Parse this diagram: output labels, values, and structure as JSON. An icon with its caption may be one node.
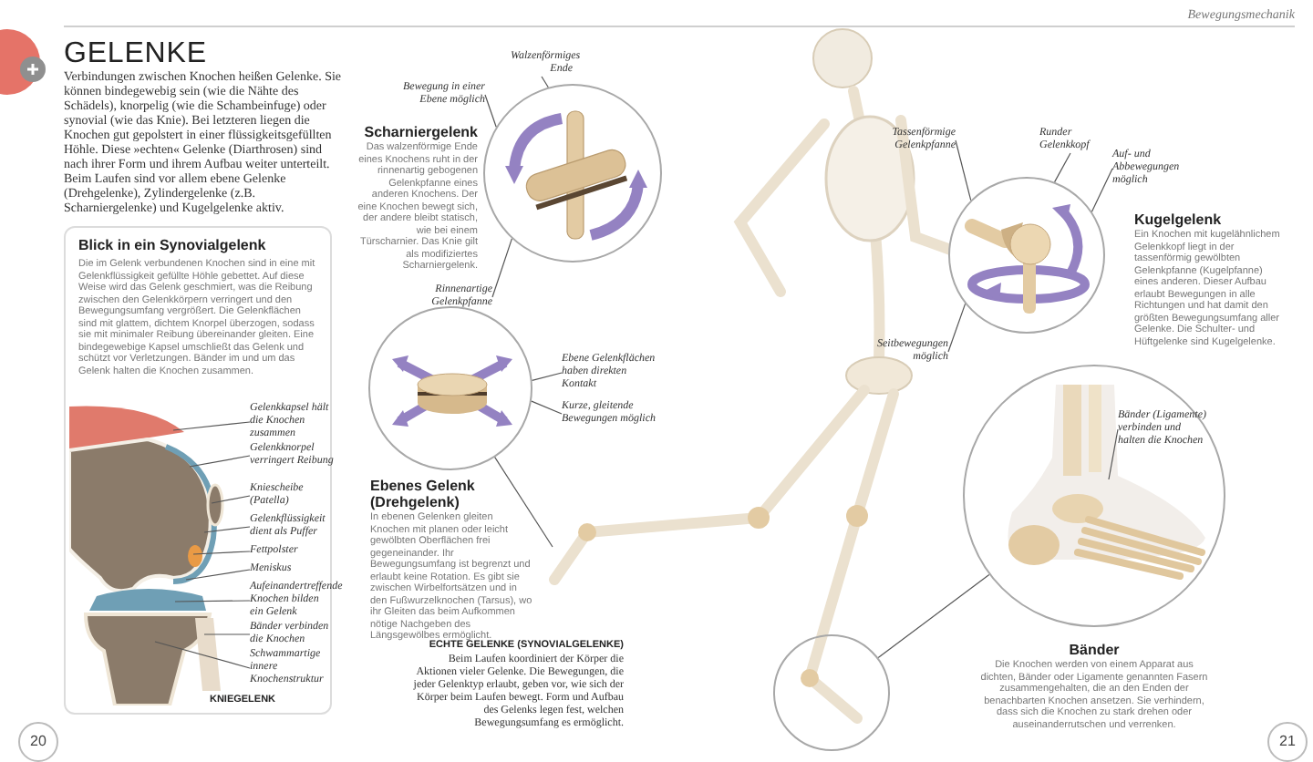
{
  "diagram": {
    "title": "GELENKE",
    "nodes": [
      {
        "text": [
          "Blick in ein Synovialgelenk",
          "Die im Gelenk verbundenen Knochen sind in eine mit Gelenkflüssigkeit gefüllte Höhle gebettet. Auf diese Weise wird das Gelenk geschmiert, was die Reibung zwischen den Gelenkkörpern verringert und den Bewegungsumfang vergrößert. Die Gelenkflächen sind mit glattem, dichtem Knorpel überzogen, sodass sie mit minimaler Reibung übereinander gleiten. Eine bindegewebige Kapsel umschließt das Gelenk und schützt vor Verletzungen. Bänder im und um das Gelenk halten die Knochen zusammen."
        ]
      },
      {
        "text": [
          "Gelenkkapsel hält die Knochen zusammen"
        ],
        "in": 0
      },
      {
        "text": [
          "Gelenkknorpel verringert Reibung"
        ],
        "in": 0
      },
      {
        "text": [
          "Kniescheibe (Patella)"
        ],
        "in": 0
      },
      {
        "text": [
          "Gelenkflüssigkeit dient als Puffer"
        ],
        "in": 0
      },
      {
        "text": [
          "Fettpolster"
        ],
        "in": 0
      },
      {
        "text": [
          "Meniskus"
        ],
        "in": 0
      },
      {
        "text": [
          "Aufeinandertreffende Knochen bilden ein Gelenk"
        ],
        "in": 0
      },
      {
        "text": [
          "Bänder verbinden die Knochen"
        ],
        "in": 0
      },
      {
        "text": [
          "Schwammartige innere Knochenstruktur"
        ],
        "in": 0
      },
      {
        "text": [],
        "shape": "circle",
        "beside": [
          "Scharniergelenk",
          "Das walzenförmige Ende eines Knochens ruht in der rinnenartig gebogenen Gelenkpfanne eines anderen Knochens. Der eine Knochen bewegt sich, der andere bleibt statisch, wie bei einem Türscharnier. Das Knie gilt als modifiziertes Scharniergelenk."
        ]
      },
      {
        "text": [
          "Walzenförmiges Ende"
        ]
      },
      {
        "text": [
          "Bewegung in einer Ebene möglich"
        ]
      },
      {
        "text": [
          "Rinnenartige Gelenkpfanne"
        ]
      },
      {
        "text": [],
        "shape": "circle",
        "beside": [
          "Ebenes Gelenk (Drehgelenk)",
          "In ebenen Gelenken gleiten Knochen mit planen oder leicht gewölbten Oberflächen frei gegeneinander. Ihr Bewegungsumfang ist begrenzt und erlaubt keine Rotation. Es gibt sie zwischen Wirbelfortsätzen und in den Fußwurzelknochen (Tarsus), wo ihr Gleiten das beim Aufkommen nötige Nachgeben des Längsgewölbes ermöglicht."
        ]
      },
      {
        "text": [
          "Ebene Gelenkflächen haben direkten Kontakt"
        ]
      },
      {
        "text": [
          "Kurze, gleitende Bewegungen möglich"
        ]
      },
      {
        "text": [],
        "shape": "circle",
        "beside": [
          "Kugelgelenk",
          "Ein Knochen mit kugelähnlichem Gelenkkopf liegt in der tassenförmig gewölbten Gelenkpfanne (Kugelpfanne) eines anderen. Dieser Aufbau erlaubt Bewegungen in alle Richtungen und hat damit den größten Bewegungsumfang aller Gelenke. Die Schulter- und Hüftgelenke sind Kugelgelenke."
        ]
      },
      {
        "text": [
          "Tassenförmige Gelenkpfanne"
        ]
      },
      {
        "text": [
          "Runder Gelenkkopf"
        ]
      },
      {
        "text": [
          "Auf- und Abbewegungen möglich"
        ]
      },
      {
        "text": [
          "Seitbewegungen möglich"
        ]
      },
      {
        "text": [],
        "shape": "circle",
        "beside": [
          "Bänder",
          "Die Knochen werden von einem Apparat aus dichten, Bänder oder Ligamente genannten Fasern zusammengehalten, die an den Enden der benachbarten Knochen ansetzen. Sie verhindern, dass sich die Knochen zu stark drehen oder auseinanderrutschen und verrenken."
        ]
      },
      {
        "text": [
          "Bänder (Ligamente) verbinden und halten die Knochen"
        ],
        "in": 22
      },
      {
        "text": [],
        "shape": "circle"
      },
      {
        "text": [],
        "shape": "picture",
        "in": 22
      }
    ],
    "edges": [
      {
        "from": 1,
        "to": null,
        "arrow": "none"
      },
      {
        "from": 2,
        "to": null,
        "arrow": "none"
      },
      {
        "from": 3,
        "to": null,
        "arrow": "none"
      },
      {
        "from": 4,
        "to": null,
        "arrow": "none"
      },
      {
        "from": 5,
        "to": null,
        "arrow": "none"
      },
      {
        "from": 6,
        "to": null,
        "arrow": "none"
      },
      {
        "from": 7,
        "to": null,
        "arrow": "none"
      },
      {
        "from": 8,
        "to": null,
        "arrow": "none"
      },
      {
        "from": 9,
        "to": null,
        "arrow": "none"
      },
      {
        "from": 11,
        "to": 10,
        "arrow": "none"
      },
      {
        "from": 12,
        "to": 10,
        "arrow": "none"
      },
      {
        "from": 13,
        "to": 10,
        "arrow": "none"
      },
      {
        "from": 14,
        "to": null,
        "arrow": "none"
      },
      {
        "from": 15,
        "to": 14,
        "arrow": "none"
      },
      {
        "from": 16,
        "to": 14,
        "arrow": "none"
      },
      {
        "from": 18,
        "to": 17,
        "arrow": "none"
      },
      {
        "from": 19,
        "to": 17,
        "arrow": "none"
      },
      {
        "from": 20,
        "to": 17,
        "arrow": "none"
      },
      {
        "from": 21,
        "to": 17,
        "arrow": "none"
      },
      {
        "from": 23,
        "to": 25,
        "arrow": "none"
      },
      {
        "from": 22,
        "to": 24,
        "arrow": "none"
      }
    ],
    "labels": [
      "Bewegungsmechanik",
      "Verbindungen zwischen Knochen heißen Gelenke. Sie können bindegewebig sein (wie die Nähte des Schädels), knorpelig (wie die Schambeinfuge) oder synovial (wie das Knie). Bei letzteren liegen die Knochen gut gepolstert in einer flüssigkeitsgefüllten Höhle. Diese »echten« Gelenke (Diarthrosen) sind nach ihrer Form und ihrem Aufbau weiter unterteilt. Beim Laufen sind vor allem ebene Gelenke (Drehgelenke), Zylindergelenke (z.B. Scharniergelenke) und Kugelgelenke aktiv.",
      "KNIEGELENK",
      "ECHTE GELENKE (SYNOVIALGELENKE)",
      "Beim Laufen koordiniert der Körper die Aktionen vieler Gelenke. Die Bewegungen, die jeder Gelenktyp erlaubt, geben vor, wie sich der Körper beim Laufen bewegt. Form und Aufbau des Gelenks legen fest, welchen Bewegungsumfang es ermöglicht.",
      "20",
      "21"
    ]
  }
}
